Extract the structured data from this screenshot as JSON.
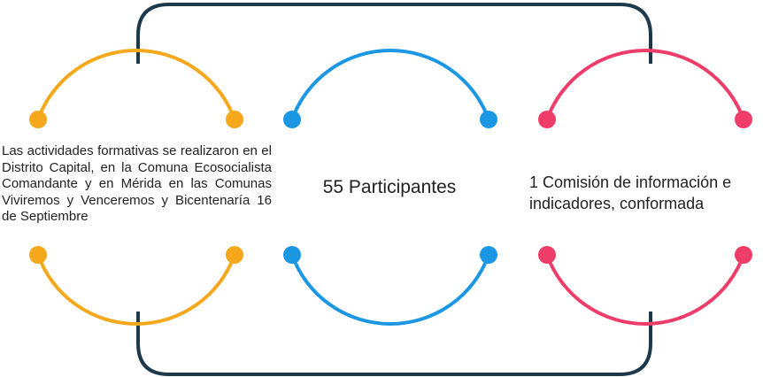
{
  "colors": {
    "connector": "#1d3a4c",
    "orange": "#f5a81c",
    "blue": "#1c97e3",
    "pink": "#ef3d6a"
  },
  "items": [
    {
      "color": "orange",
      "text": "Las actividades formativas se realizaron en el Distrito Capital, en la Comuna Ecosocialista Comandante y en Mérida en las Comunas Viviremos y Venceremos y Bicentenaría 16 de Septiembre"
    },
    {
      "color": "blue",
      "text": "55 Participantes"
    },
    {
      "color": "pink",
      "text": "1 Comisión de información e indicadores, conformada"
    }
  ]
}
